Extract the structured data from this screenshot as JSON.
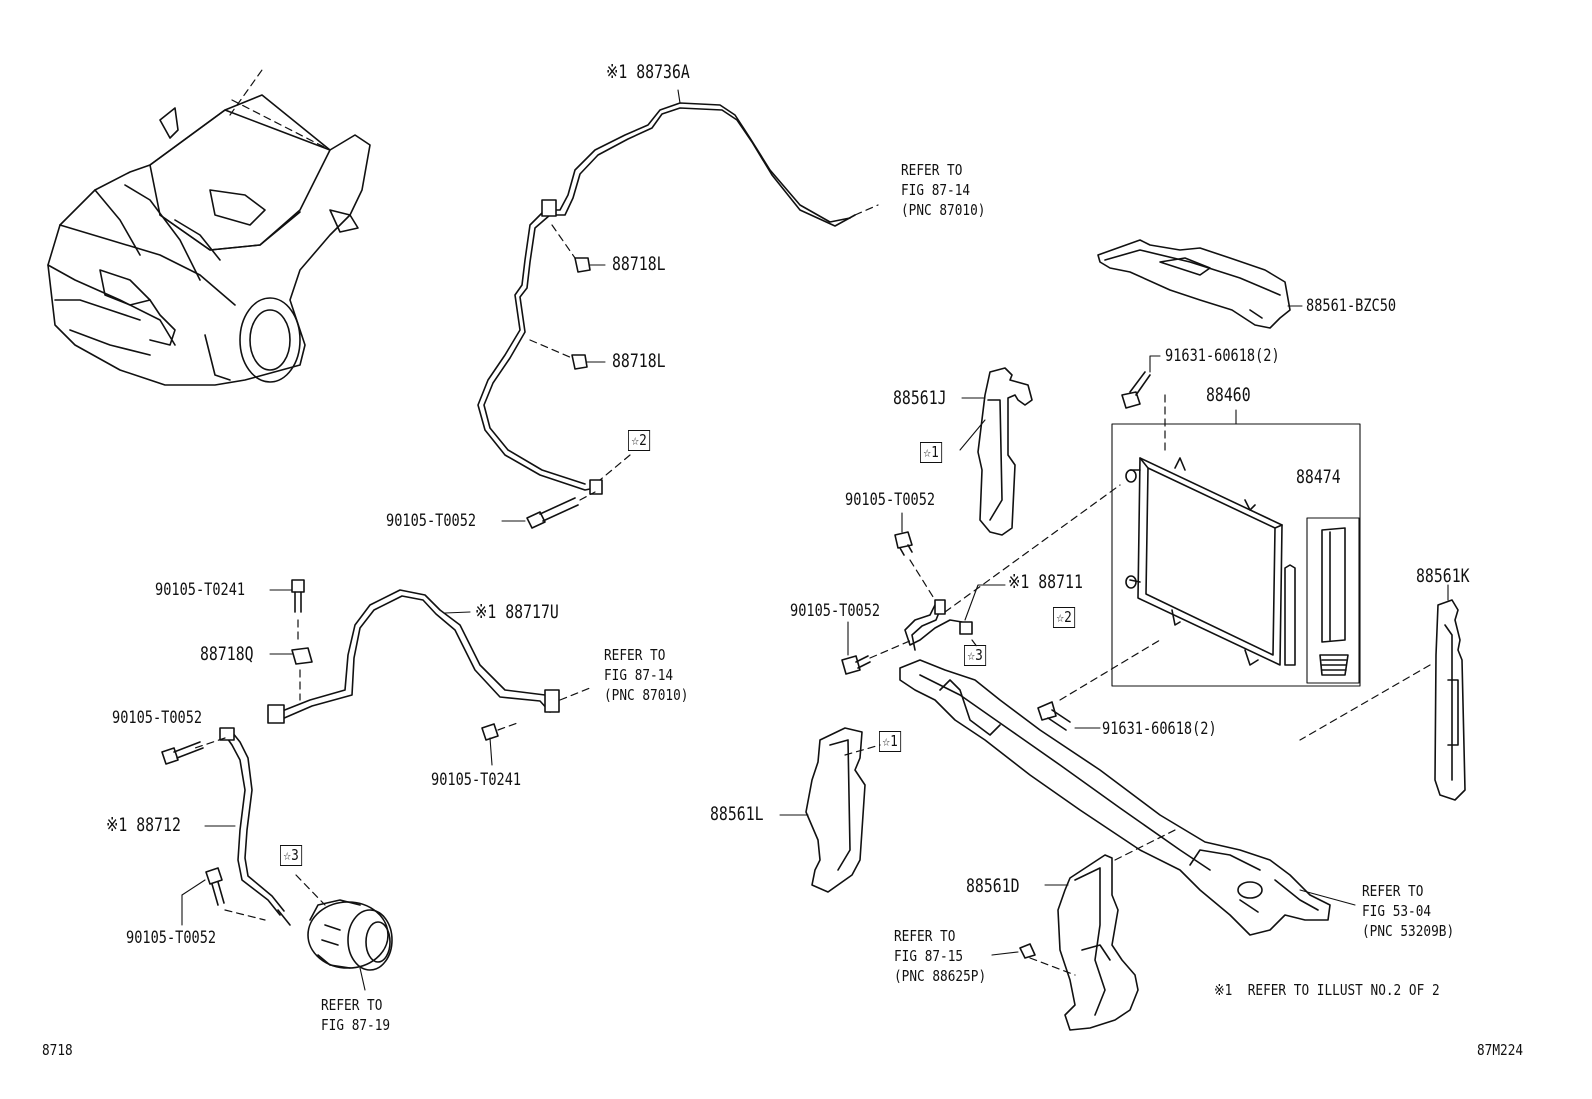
{
  "labels": {
    "p88736A": "※1 88736A",
    "refer_87_14_a": "REFER TO\nFIG 87-14\n(PNC 87010)",
    "p88718L_a": "88718L",
    "p88718L_b": "88718L",
    "star2_a": "☆2",
    "p90105_T0052_a": "90105-T0052",
    "p88561_BZC50": "88561-BZC50",
    "p91631_a": "91631-60618(2)",
    "p88460": "88460",
    "p88561J": "88561J",
    "star1_a": "☆1",
    "p90105_T0052_b": "90105-T0052",
    "p88474": "88474",
    "p88711": "※1 88711",
    "star2_b": "☆2",
    "p90105_T0052_c": "90105-T0052",
    "star3_a": "☆3",
    "p88561K": "88561K",
    "p91631_b": "91631-60618(2)",
    "p90105_T0241_a": "90105-T0241",
    "p88717U": "※1 88717U",
    "p88718Q": "88718Q",
    "refer_87_14_b": "REFER TO\nFIG 87-14\n(PNC 87010)",
    "p90105_T0052_d": "90105-T0052",
    "p90105_T0241_b": "90105-T0241",
    "p88712": "※1 88712",
    "star3_b": "☆3",
    "p90105_T0052_e": "90105-T0052",
    "refer_87_19": "REFER TO\nFIG 87-19",
    "star1_b": "☆1",
    "p88561L": "88561L",
    "p88561D": "88561D",
    "refer_53_04": "REFER TO\nFIG 53-04\n(PNC 53209B)",
    "refer_87_15": "REFER TO\nFIG 87-15\n(PNC 88625P)",
    "note": "※1  REFER TO ILLUST NO.2 OF 2",
    "fig_number": "8718",
    "illust_code": "87M224"
  }
}
